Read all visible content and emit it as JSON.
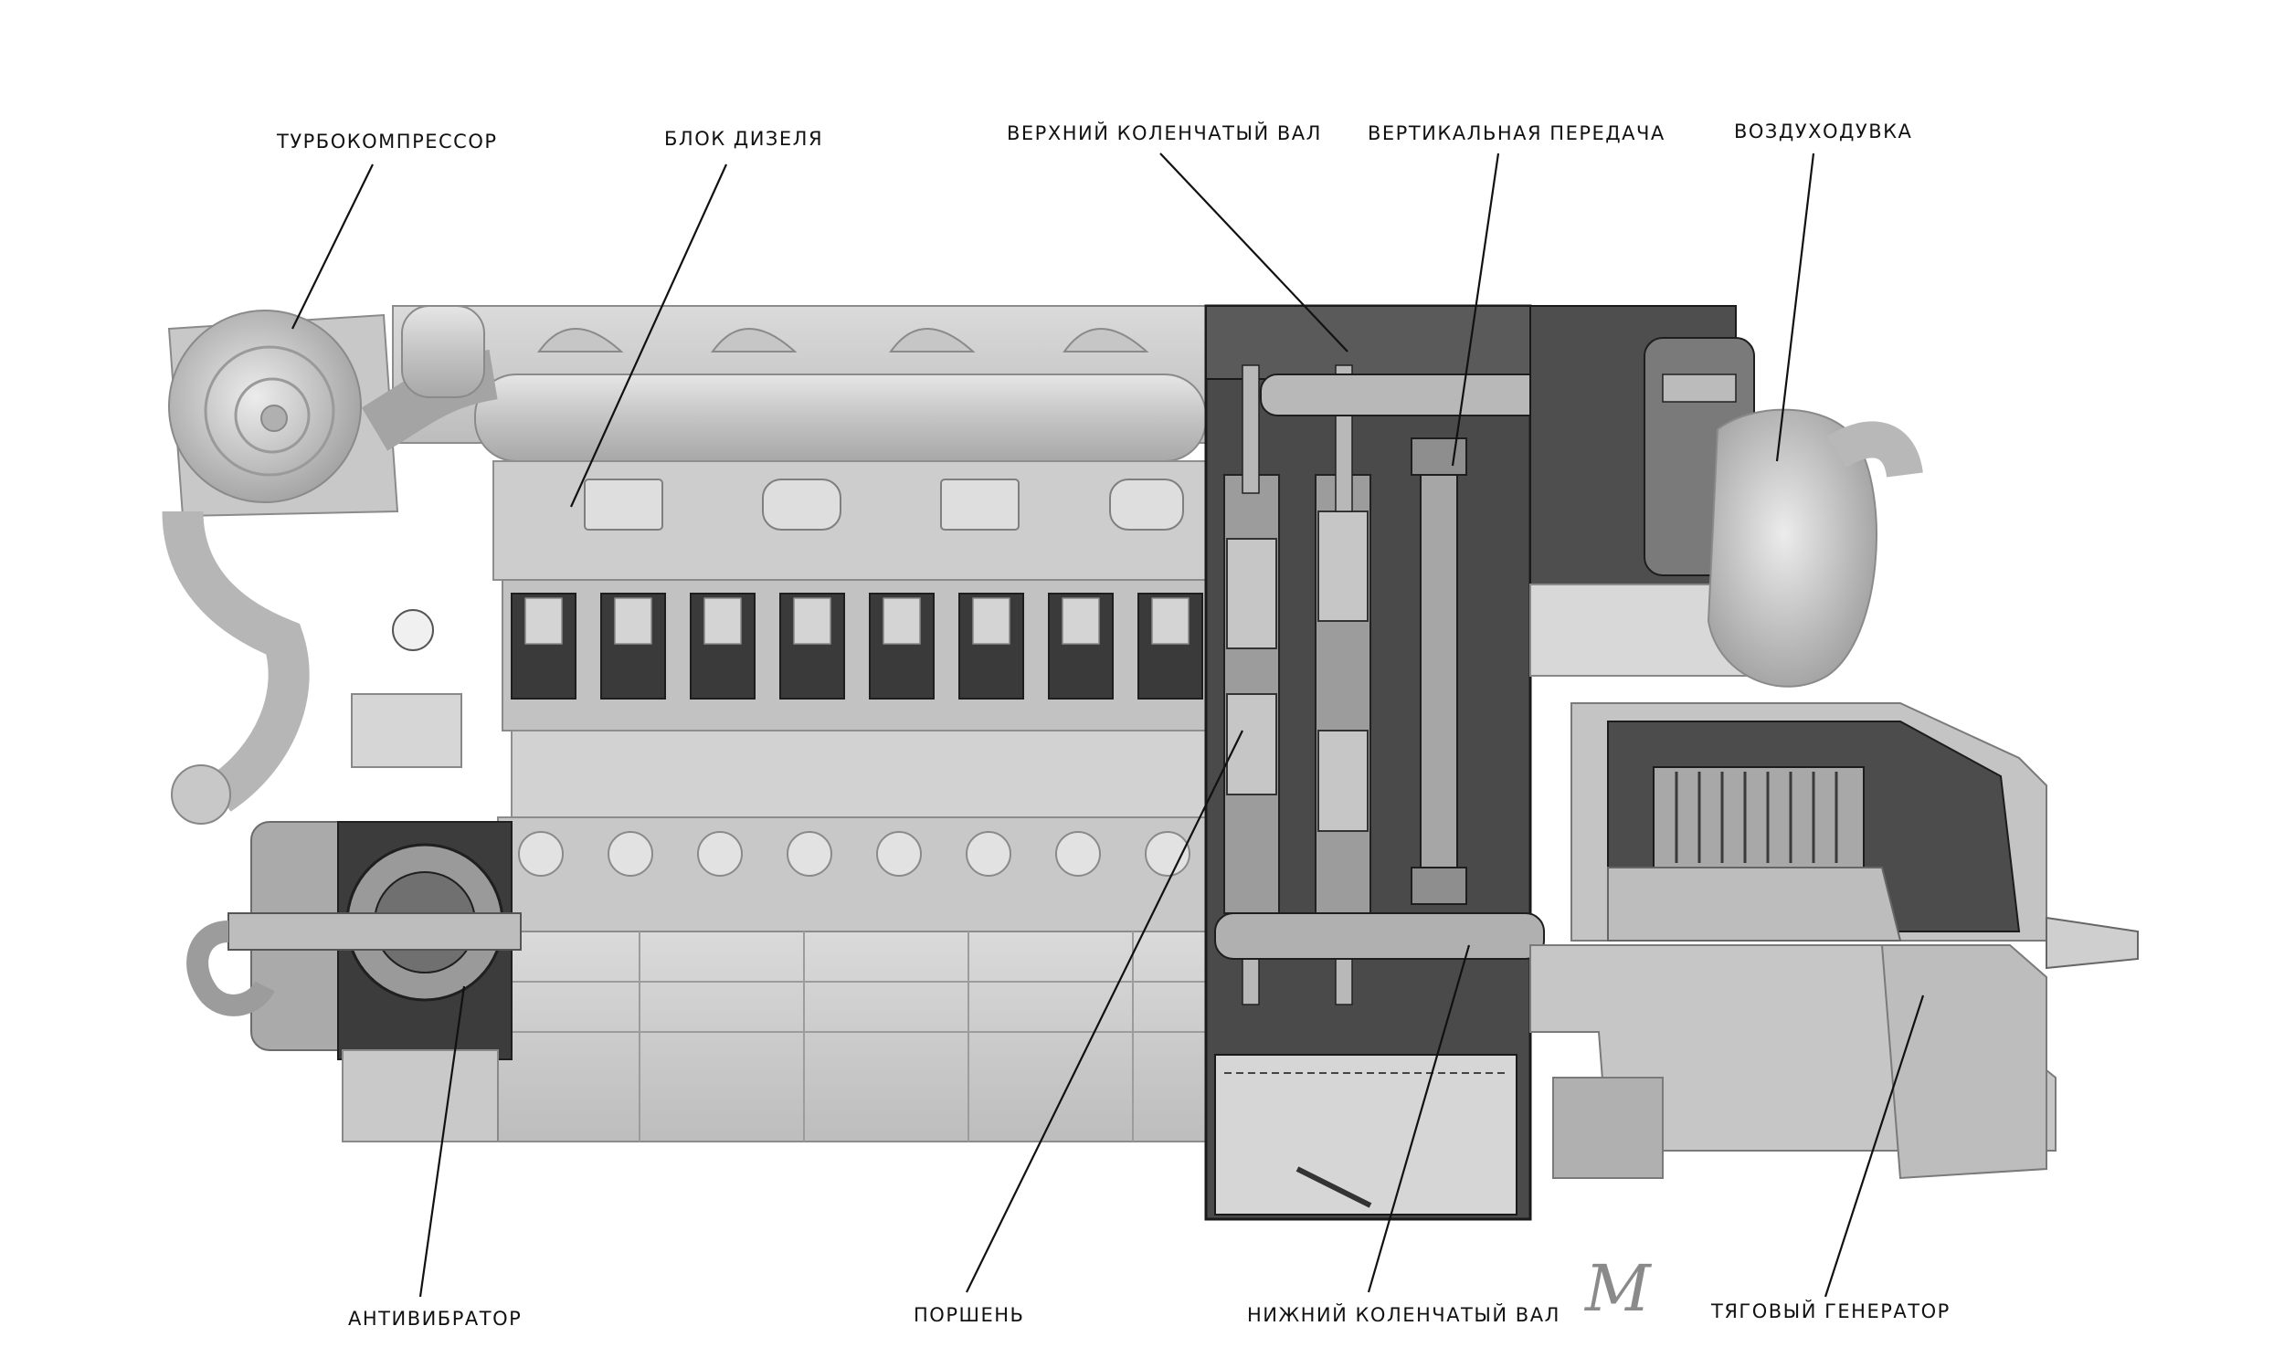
{
  "labels": {
    "turbocompressor": "ТУРБОКОМПРЕССОР",
    "diesel_block": "БЛОК ДИЗЕЛЯ",
    "upper_crankshaft": "ВЕРХНИЙ КОЛЕНЧАТЫЙ ВАЛ",
    "vertical_transmission": "ВЕРТИКАЛЬНАЯ ПЕРЕДАЧА",
    "blower": "ВОЗДУХОДУВКА",
    "antivibrator": "АНТИВИБРАТОР",
    "piston": "ПОРШЕНЬ",
    "lower_crankshaft": "НИЖНИЙ КОЛЕНЧАТЫЙ ВАЛ",
    "traction_generator": "ТЯГОВЫЙ ГЕНЕРАТОР"
  },
  "corner_mark": "M",
  "colors": {
    "engine_light": "#cfcfcf",
    "engine_mid": "#b4b4b4",
    "cutaway_dark": "#4a4a4a",
    "line": "#111111"
  }
}
